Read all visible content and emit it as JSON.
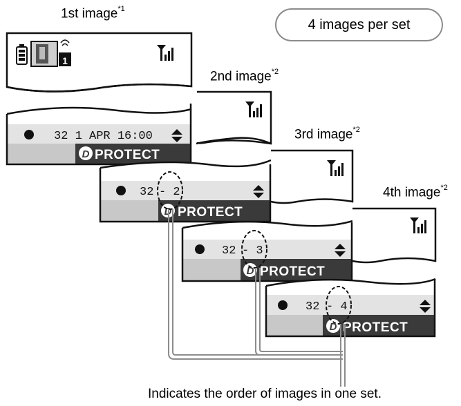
{
  "header": {
    "set_label": "4 images per set"
  },
  "labels": {
    "first": {
      "text": "1st image",
      "note": "*1"
    },
    "second": {
      "text": "2nd image",
      "note": "*2"
    },
    "third": {
      "text": "3rd image",
      "note": "*2"
    },
    "fourth": {
      "text": "4th image",
      "note": "*2"
    }
  },
  "screen1": {
    "status": "32 1 APR 16:00",
    "protect": "PROTECT"
  },
  "screen2": {
    "count": "32",
    "order": "- 2",
    "protect": "PROTECT"
  },
  "screen3": {
    "count": "32",
    "order": "- 3",
    "protect": "PROTECT"
  },
  "screen4": {
    "count": "32",
    "order": "- 4",
    "protect": "PROTECT"
  },
  "caption": "Indicates the order of images in one set."
}
